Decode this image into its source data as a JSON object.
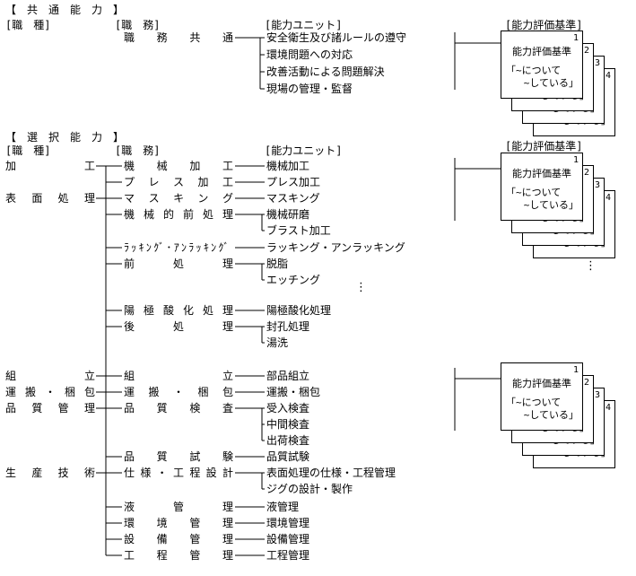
{
  "columns": {
    "shokushu": "[職　種]",
    "shokumu": "[職　務]",
    "unit": "[能力ユニット]",
    "hyoka": "[能力評価基準]"
  },
  "common": {
    "heading": "【　共　通　能　力　】",
    "job": "職務共通",
    "units": [
      "安全衛生及び諸ルールの遵守",
      "環境問題への対応",
      "改善活動による問題解決",
      "現場の管理・監督"
    ]
  },
  "select": {
    "heading": "【　選　択　能　力　】",
    "shokushu": [
      "加工",
      "表面処理",
      "組立",
      "運搬・梱包",
      "品質管理",
      "生産技術"
    ],
    "shokumu": [
      "機械加工",
      "プレス加工",
      "マスキング",
      "機械的前処理",
      "ﾗｯｷﾝｸﾞ･ｱﾝﾗｯｷﾝｸﾞ",
      "前処理",
      "陽極酸化処理",
      "後処理",
      "組立",
      "運搬・梱包",
      "品質検査",
      "品質試験",
      "仕様・工程設計",
      "液管理",
      "環境管理",
      "設備管理",
      "工程管理"
    ],
    "units": [
      "機械加工",
      "プレス加工",
      "マスキング",
      "機械研磨",
      "ブラスト加工",
      "ラッキング・アンラッキング",
      "脱脂",
      "エッチング",
      "陽極酸化処理",
      "封孔処理",
      "湯洗",
      "部品組立",
      "運搬・梱包",
      "受入検査",
      "中間検査",
      "出荷検査",
      "品質試験",
      "表面処理の仕様・工程管理",
      "ジグの設計・製作",
      "液管理",
      "環境管理",
      "設備管理",
      "工程管理"
    ]
  },
  "card": {
    "title": "能力評価基準",
    "quote_line1": "「~について",
    "quote_line2": "~している」",
    "numbers": [
      "1",
      "2",
      "3",
      "4"
    ]
  },
  "ellipsis": "⋮"
}
